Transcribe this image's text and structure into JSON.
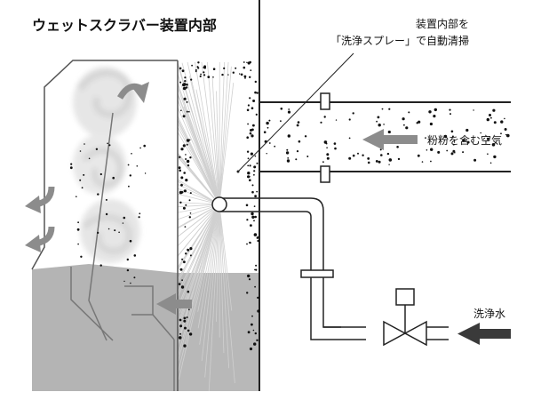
{
  "title": "ウェットスクラバー装置内部",
  "callout": {
    "line1": "装置内部を",
    "line2": "「洗浄スプレー」で自動清掃"
  },
  "labels": {
    "dusty_air": "粉粉を含む空気",
    "wash_water": "洗浄水"
  },
  "colors": {
    "outline": "#222222",
    "inner_wall": "#777777",
    "arrow_gray": "#8c8c8c",
    "arrow_dark": "#3a3a3a",
    "liquid": "#b4b4b4",
    "mist": "#dddddd",
    "particle": "#111111"
  }
}
